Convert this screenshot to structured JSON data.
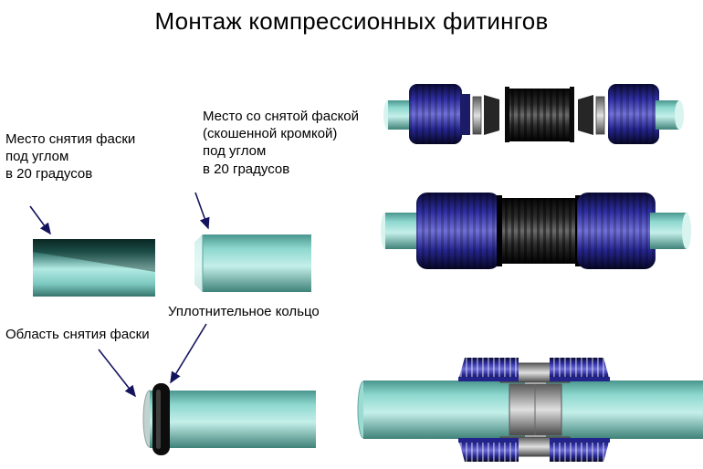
{
  "title": "Монтаж компрессионных фитингов",
  "annotations": {
    "chamfer_place": "Место снятия фаски\nпод углом\nв 20 градусов",
    "chamfered_place": "Место со снятой фаской\n(скошенной кромкой)\nпод углом\nв 20 градусов",
    "seal_ring": "Уплотнительное кольцо",
    "chamfer_area": "Область снятия фаски"
  },
  "figures": {
    "left_top_1": "pipe-before-chamfer",
    "left_top_2": "pipe-with-chamfered-edge",
    "left_bottom": "pipe-with-seal-ring",
    "right_top": "compression-fitting-exploded-view",
    "right_middle": "compression-fitting-assembled",
    "right_bottom": "compression-fitting-cross-section"
  },
  "colors": {
    "background": "#ffffff",
    "pipe_teal": "#8fd9d0",
    "pipe_teal_light": "#c4efe9",
    "fitting_navy": "#2e2ea0",
    "body_black": "#1c1c1c",
    "seal_ring_black": "#0d0d0d",
    "arrow_navy": "#14145e",
    "text": "#000000"
  }
}
